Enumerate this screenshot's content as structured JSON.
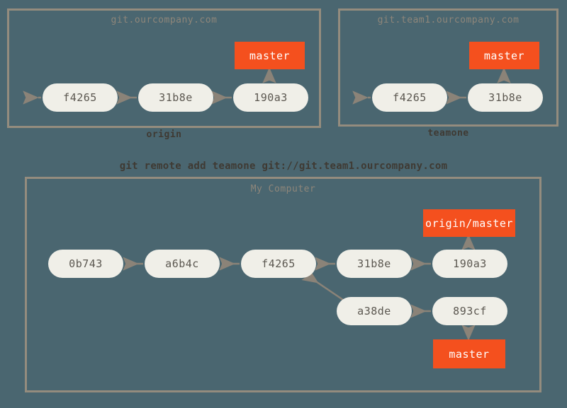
{
  "diagram": {
    "title": "git remote add teamone",
    "background_color": "#4a6670",
    "accent_color": "#f4501e",
    "commit_color": "#f0efe8",
    "border_color": "#948c7e",
    "arrow_color": "#8b8378"
  },
  "command_line": {
    "text": "git remote add teamone git://git.team1.ourcompany.com"
  },
  "servers": [
    {
      "id": "origin",
      "host_label": "git.ourcompany.com",
      "caption": "origin",
      "commits": [
        {
          "id": "f4265",
          "label": "f4265"
        },
        {
          "id": "31b8e",
          "label": "31b8e"
        },
        {
          "id": "190a3",
          "label": "190a3"
        }
      ],
      "branches": [
        {
          "id": "master",
          "label": "master",
          "points_to": "190a3"
        }
      ],
      "has_history_ellipsis": true
    },
    {
      "id": "teamone",
      "host_label": "git.team1.ourcompany.com",
      "caption": "teamone",
      "commits": [
        {
          "id": "f4265",
          "label": "f4265"
        },
        {
          "id": "31b8e",
          "label": "31b8e"
        }
      ],
      "branches": [
        {
          "id": "master",
          "label": "master",
          "points_to": "31b8e"
        }
      ],
      "has_history_ellipsis": true
    }
  ],
  "local": {
    "host_label": "My Computer",
    "commits_top_row": [
      {
        "id": "0b743",
        "label": "0b743"
      },
      {
        "id": "a6b4c",
        "label": "a6b4c"
      },
      {
        "id": "f4265",
        "label": "f4265"
      },
      {
        "id": "31b8e",
        "label": "31b8e"
      },
      {
        "id": "190a3",
        "label": "190a3"
      }
    ],
    "commits_bottom_row": [
      {
        "id": "a38de",
        "label": "a38de"
      },
      {
        "id": "893cf",
        "label": "893cf"
      }
    ],
    "branches": [
      {
        "id": "origin-master",
        "label": "origin/master",
        "points_to": "190a3"
      },
      {
        "id": "master",
        "label": "master",
        "points_to": "893cf"
      }
    ]
  }
}
